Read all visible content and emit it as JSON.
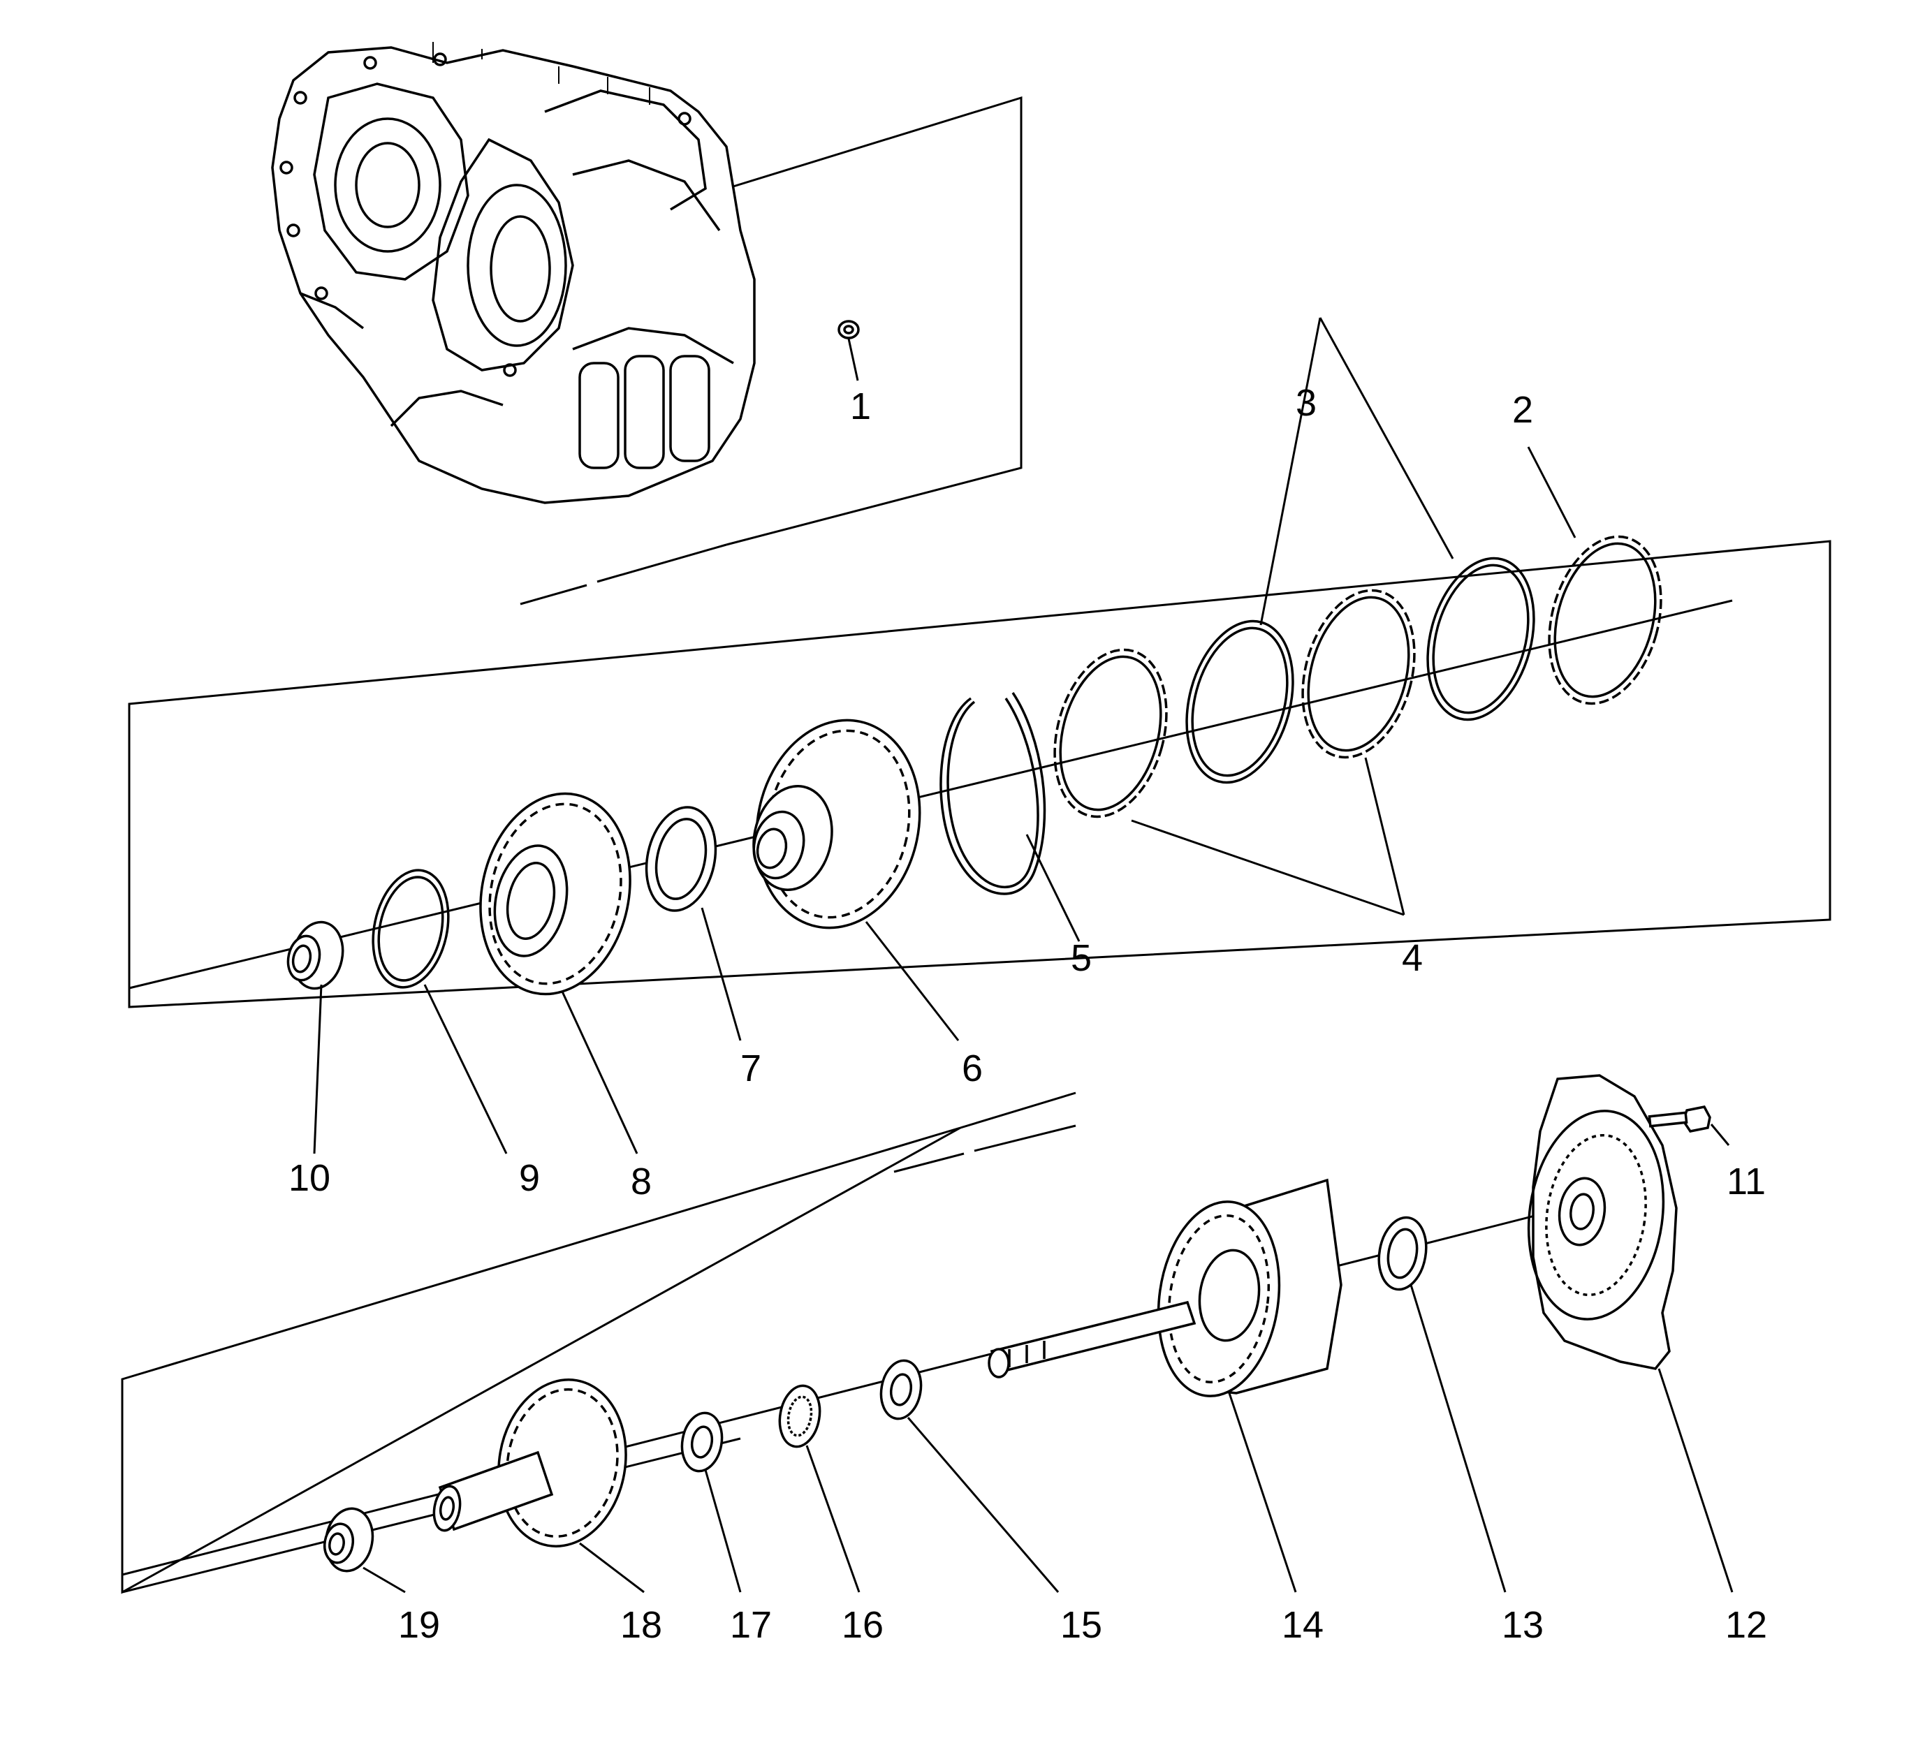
{
  "callouts": [
    {
      "id": "c1",
      "text": "1"
    },
    {
      "id": "c2",
      "text": "2"
    },
    {
      "id": "c3",
      "text": "3"
    },
    {
      "id": "c4",
      "text": "4"
    },
    {
      "id": "c5",
      "text": "5"
    },
    {
      "id": "c6",
      "text": "6"
    },
    {
      "id": "c7",
      "text": "7"
    },
    {
      "id": "c8",
      "text": "8"
    },
    {
      "id": "c9",
      "text": "9"
    },
    {
      "id": "c10",
      "text": "10"
    },
    {
      "id": "c11",
      "text": "11"
    },
    {
      "id": "c12",
      "text": "12"
    },
    {
      "id": "c13",
      "text": "13"
    },
    {
      "id": "c14",
      "text": "14"
    },
    {
      "id": "c15",
      "text": "15"
    },
    {
      "id": "c16",
      "text": "16"
    },
    {
      "id": "c17",
      "text": "17"
    },
    {
      "id": "c18",
      "text": "18"
    },
    {
      "id": "c19",
      "text": "19"
    }
  ],
  "colors": {
    "line": "#000000",
    "background": "#ffffff"
  }
}
